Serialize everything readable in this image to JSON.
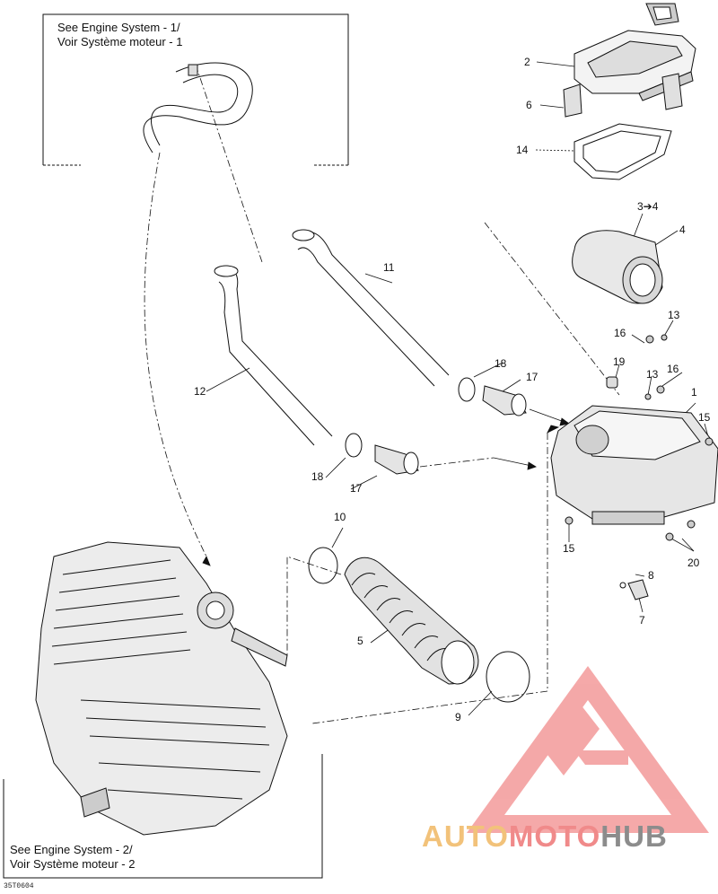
{
  "references": {
    "engine_1_line1": "See Engine System - 1/",
    "engine_1_line2": "Voir Système moteur - 1",
    "engine_2_line1": "See Engine System - 2/",
    "engine_2_line2": "Voir Système moteur - 2"
  },
  "callouts": {
    "c1": "1",
    "c2": "2",
    "c3to4": "3➔4",
    "c4": "4",
    "c5": "5",
    "c6": "6",
    "c7": "7",
    "c8": "8",
    "c9": "9",
    "c10": "10",
    "c11": "11",
    "c12": "12",
    "c13a": "13",
    "c13b": "13",
    "c14": "14",
    "c15a": "15",
    "c15b": "15",
    "c16a": "16",
    "c16b": "16",
    "c17a": "17",
    "c17b": "17",
    "c18a": "18",
    "c18b": "18",
    "c19": "19",
    "c20": "20"
  },
  "figure_code": "35T0604",
  "watermark": {
    "part1": "AUTO",
    "part2": "MOTO",
    "part3": "HUB",
    "color1": "#f2c27a",
    "color2": "#f08a8a",
    "color3": "#8c8c8c"
  }
}
